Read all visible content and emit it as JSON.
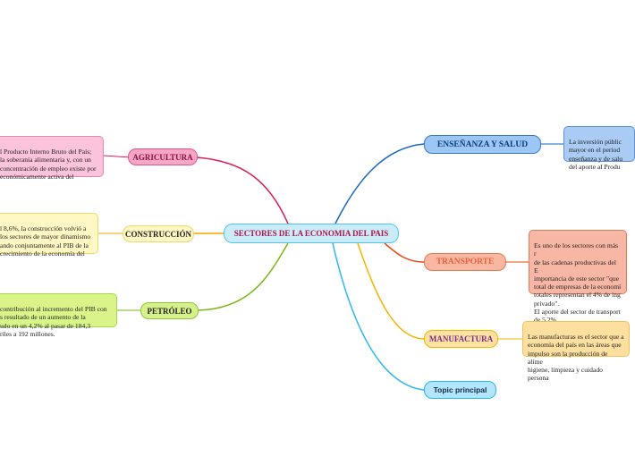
{
  "central": {
    "label": "SECTORES DE LA ECONOMIA DEL PAIS"
  },
  "branches": {
    "agricultura": {
      "label": "AGRICULTURA",
      "note": "l Producto Interno Bruto del País;\n la soberanía alimentaria y, con un\n concentración de empleo existe por\n económicamente activa del"
    },
    "construccion": {
      "label": "CONSTRUCCIÓN",
      "note": "l 8,6%, la construcción volvió a\n los sectores de mayor dinamismo\n ando conjuntamente al PIB de la\n crecimiento de la economía  del"
    },
    "petroleo": {
      "label": "PETRÓLEO",
      "note": " contribución al incremento del PIB con\n s resultado de un aumento de la\n udo en un 4,2% al pasar de 184,3\n riles a 192 millones."
    },
    "ensenanza": {
      "label": "ENSEÑANZA Y SALUD",
      "note": "La inversión públic\nmayor en el period\nenseñanza y de salu\ndel aporte al Produ"
    },
    "transporte": {
      "label": "TRANSPORTE",
      "note": "Es uno de los sectores con más r\nde las cadenas productivas del E\nimportancia de este sector \"que\ntotal de empresas de la economí\ntotales representan el 4% de ing\nprivado\".\nEl aporte del sector de transport\nde 5,2%"
    },
    "manufactura": {
      "label": "MANUFACTURA",
      "note": "Las manufacturas es el sector que a\neconomía del país  en las áreas que\nimpulso son la producción de alime\nhigiene, limpieza y cuidado persona"
    },
    "topic": {
      "label": "Topic principal"
    }
  },
  "colors": {
    "agricultura": "#d81b60",
    "construccion": "#f0a500",
    "petroleo": "#7cb518",
    "ensenanza": "#1565c0",
    "transporte": "#e64a19",
    "manufactura": "#f4b400",
    "topic": "#29b6f6"
  }
}
